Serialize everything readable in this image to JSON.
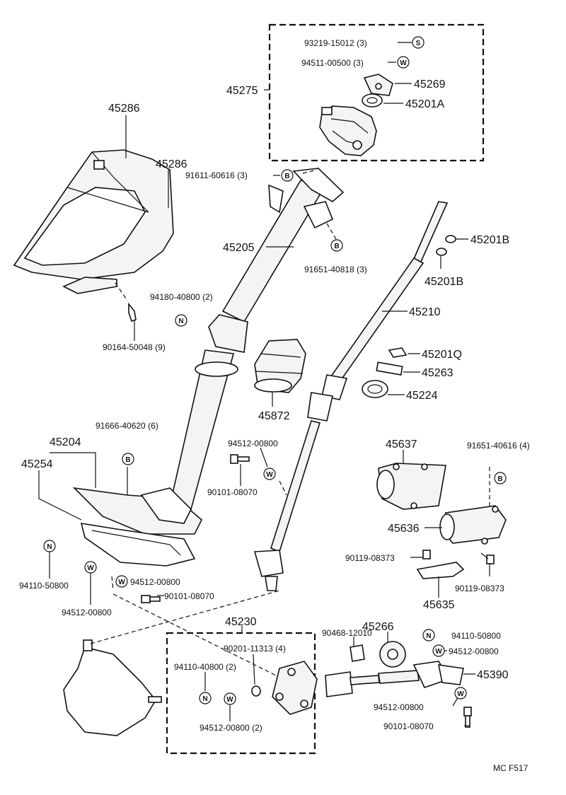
{
  "labels": {
    "p93219": "93219-15012 (3)",
    "p94511": "94511-00500 (3)",
    "p45275": "45275",
    "p45269": "45269",
    "p45201A": "45201A",
    "p45286a": "45286",
    "p45286b": "45286",
    "p91611": "91611-60616 (3)",
    "p45205": "45205",
    "p91651_408": "91651-40818 (3)",
    "p45201B1": "45201B",
    "p45201B2": "45201B",
    "p94180": "94180-40800 (2)",
    "p45210": "45210",
    "p90164": "90164-50048 (9)",
    "p45201Q": "45201Q",
    "p45263": "45263",
    "p45224": "45224",
    "p45872": "45872",
    "p91666": "91666-40620 (6)",
    "p45204": "45204",
    "p45254": "45254",
    "p94512a": "94512-00800",
    "p90101a": "90101-08070",
    "p45637": "45637",
    "p91651_406": "91651-40616 (4)",
    "p45636": "45636",
    "p90119a": "90119-08373",
    "p90119b": "90119-08373",
    "p45635": "45635",
    "p94110a": "94110-50800",
    "p94512b": "94512-00800",
    "p94512c": "94512-00800",
    "p90101b": "90101-08070",
    "p45230": "45230",
    "p90201": "90201-11313 (4)",
    "p94110b": "94110-40800 (2)",
    "p94512d": "94512-00800 (2)",
    "p90468": "90468-12010",
    "p45266": "45266",
    "p94110c": "94110-50800",
    "p94512e": "94512-00800",
    "p45390": "45390",
    "p94512f": "94512-00800",
    "p90101c": "90101-08070",
    "footer": "MC  F517"
  },
  "symbols": {
    "S": "S",
    "W": "W",
    "B": "B",
    "N": "N"
  }
}
